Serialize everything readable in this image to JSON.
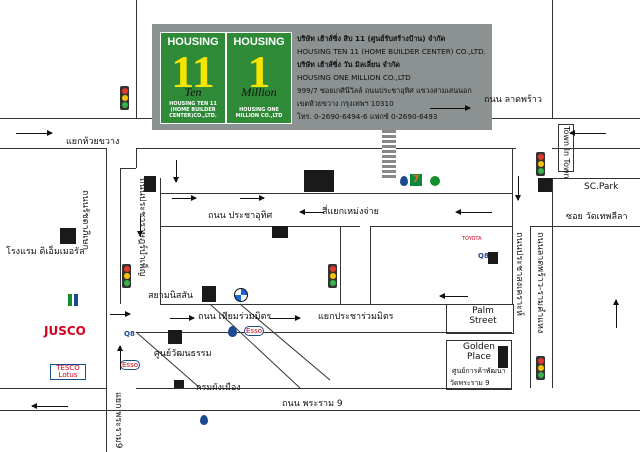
{
  "header": {
    "logo_left": {
      "top": "HOUSING",
      "number": "11",
      "script": "Ten",
      "sub": "HOUSING TEN 11 (HOME BUILDER CENTER)CO.,LTD."
    },
    "logo_right": {
      "top": "HOUSING",
      "number": "1",
      "script": "Million",
      "sub": "HOUSING ONE MILLION CO.,LTD"
    },
    "lines": [
      "บริษัท เฮ้าส์ซิ่ง สิบ 11 (ศูนย์รับสร้างบ้าน) จำกัด",
      "HOUSING TEN 11 (HOME BUILDER CENTER) CO.,LTD.",
      "บริษัท เฮ้าส์ซิ่ง วัน มิลเลี่ยน จำกัด",
      "HOUSING ONE MILLION CO.,LTD",
      "999/7 ซอยเกศินีวิลล์ ถนนประชาอุทิศ แขวงสามเสนนอก",
      "เขตห้วยขวาง กรุงเทพฯ 10310",
      "โทร. 0-2690-6494-6  แฟกซ์  0-2690-6493"
    ]
  },
  "roads": {
    "lat_phrao": "ถนน ลาดพร้าว",
    "yaek_huai_khwang": "แยกห้วยขวาง",
    "pracha_uthit": "ถนน ประชาอุทิศ",
    "si_yaek_mengjai": "สี่แยกเหม่งจ่าย",
    "soi_wat_thep_lila": "ซอย วัดเทพลีลา",
    "thiam_ruam_mit": "ถนน เทียมร่วมมิตร",
    "yaek_pracha_ruam_mit": "แยกประชาร่วมมิตร",
    "rama9": "ถนน พระราม 9",
    "ratchada": "ถนนรัชดาภิเษก",
    "pracha_rat_bamphen": "ถนนประชาราษฎร์บำเพ็ญ",
    "pracha_songkhro": "ถนนประชาสงเคราะห์",
    "ramkhamhaeng": "ถนนลาดพร้าว-รามคำแหง",
    "rama9_left": "แยก พระราม9"
  },
  "poi": {
    "town_in_town": "Town In Town",
    "sc_park": "SC.Park",
    "hotel": "โรงแรม ดิเอ็มเมอรัล",
    "siam_nissan": "สยามนิสสัน",
    "cultural_center": "ศูนย์วัฒนธรรม",
    "dept": "กรมผังเมือง",
    "palm_street": "Palm Street",
    "golden_place": "Golden Place",
    "golden_place_sub": "ศูนย์การค้าพัฒนา",
    "rama9_label": "วัดพระราม 9",
    "jusco": "JUSCO",
    "tesco": "TESCO Lotus",
    "esso": "Esso",
    "q8": "Q8",
    "seven_eleven": "7",
    "toyota": "TOYOTA"
  },
  "colors": {
    "header_bg": "#8c9191",
    "logo_green": "#2e8a37",
    "logo_yellow": "#f7e500",
    "road": "#333333",
    "building": "#1a1a1a"
  }
}
